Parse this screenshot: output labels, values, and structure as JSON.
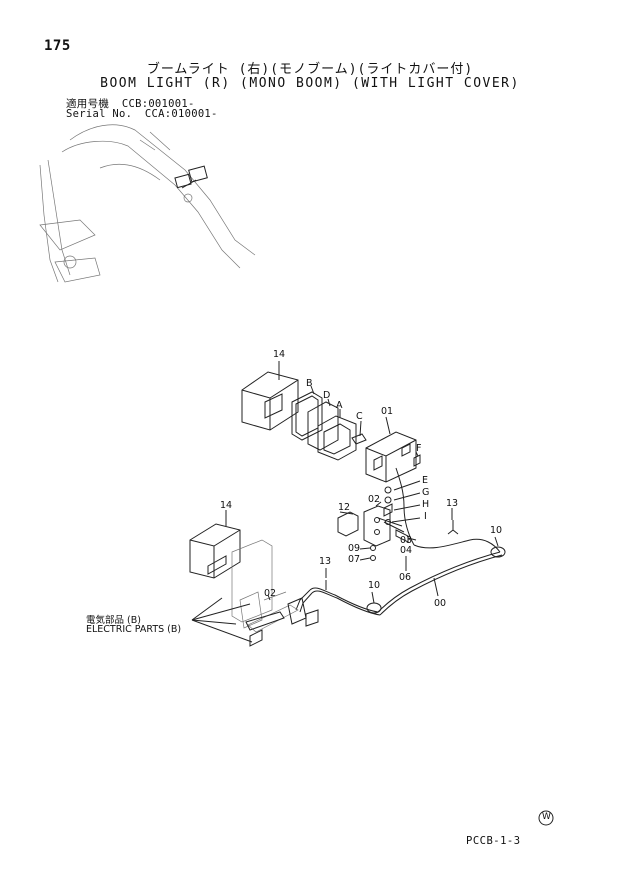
{
  "page_number": "175",
  "title_japanese": "ブームライト (右)(モノブーム)(ライトカバー付)",
  "title_english": "BOOM LIGHT (R) (MONO BOOM) (WITH LIGHT COVER)",
  "serial": {
    "row1_label": "適用号機",
    "row1_value": "CCB:001001-",
    "row2_label": "Serial No.",
    "row2_value": "CCA:010001-"
  },
  "callouts": {
    "c14a": "14",
    "cB": "B",
    "cD": "D",
    "cA": "A",
    "cC": "C",
    "c01": "01",
    "cF": "F",
    "cE": "E",
    "cG": "G",
    "cH": "H",
    "cI": "I",
    "c12": "12",
    "c02a": "02",
    "c13a": "13",
    "c10a": "10",
    "c14b": "14",
    "c03": "03",
    "c04": "04",
    "c09": "09",
    "c07": "07",
    "c06": "06",
    "c13b": "13",
    "c02b": "02",
    "c10b": "10",
    "c00": "00"
  },
  "electric_parts": {
    "japanese": "電気部品 (B)",
    "english": "ELECTRIC PARTS (B)"
  },
  "watermark_symbol": "W",
  "footer_code": "PCCB-1-3"
}
